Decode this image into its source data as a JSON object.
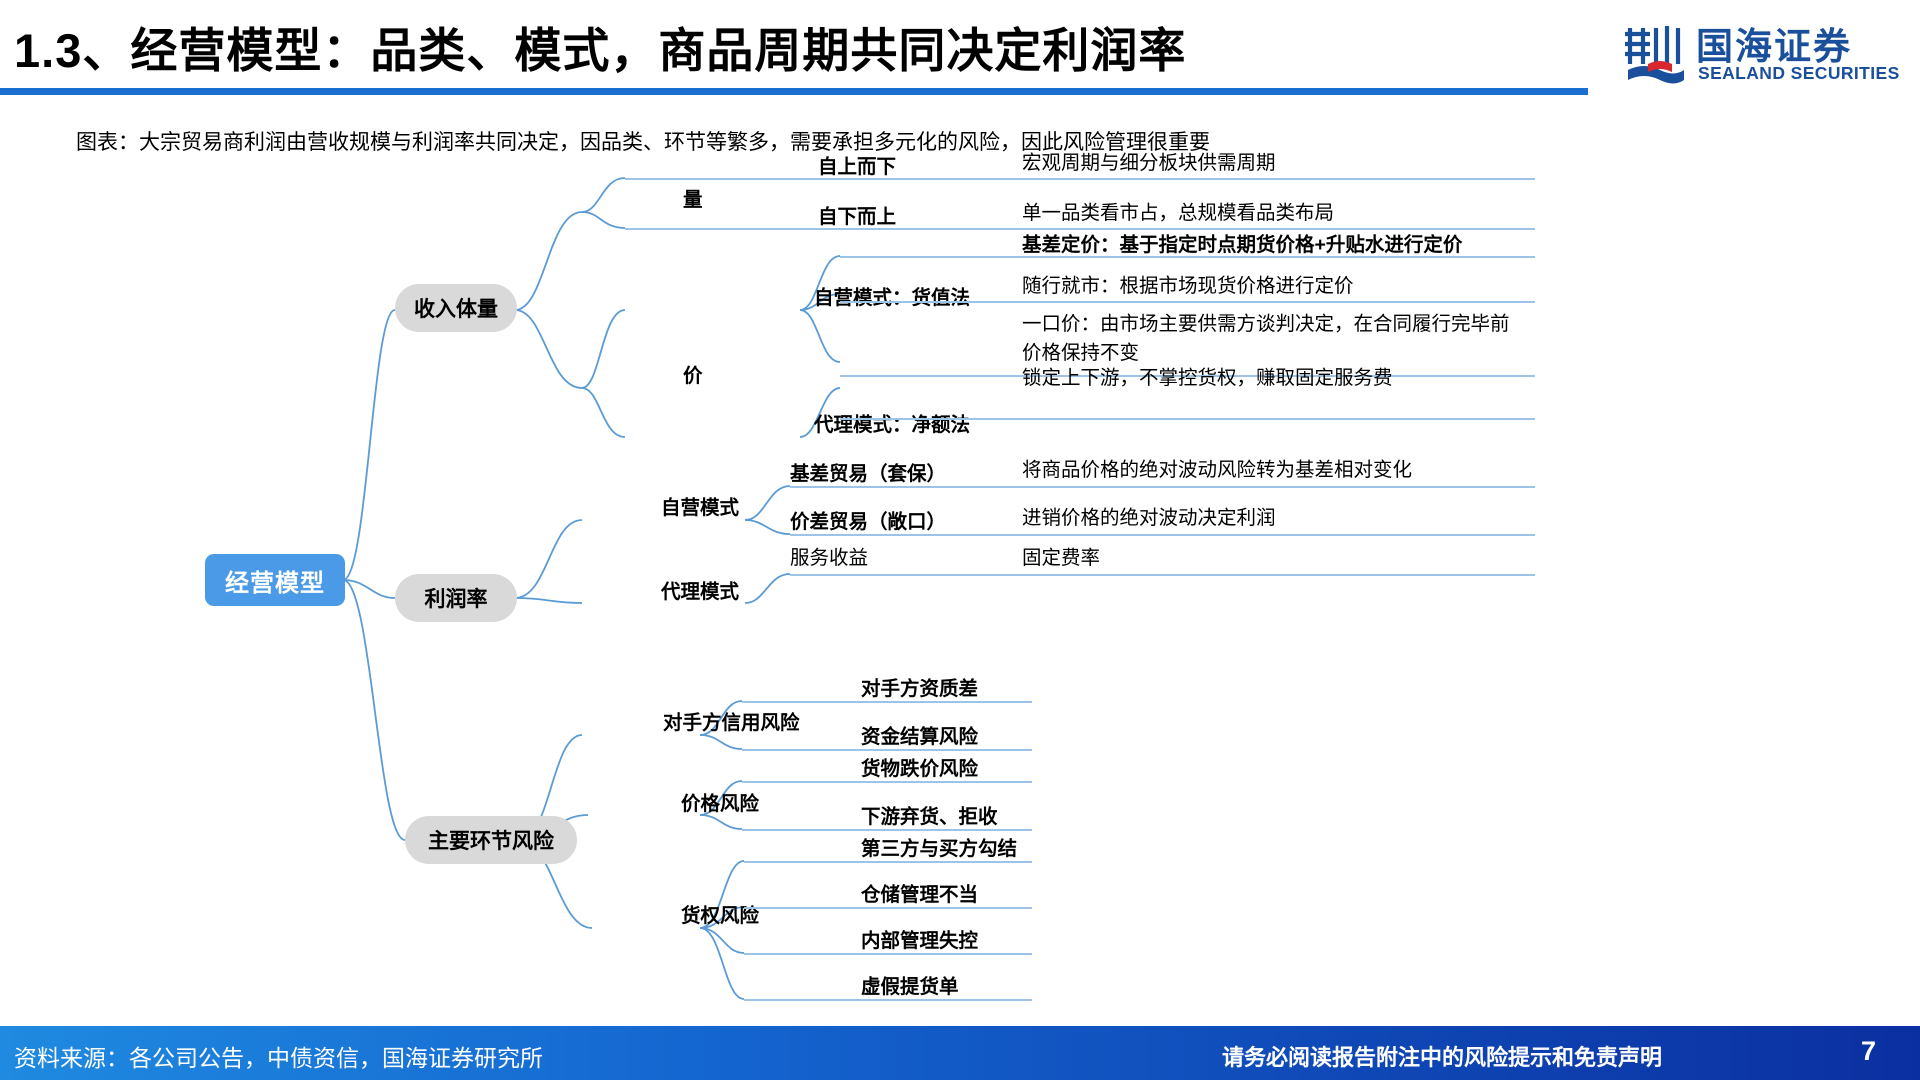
{
  "header": {
    "title": "1.3、经营模型：品类、模式，商品周期共同决定利润率",
    "rule_color": "#1b6fd0",
    "logo_cn": "国海证券",
    "logo_en": "SEALAND SECURITIES",
    "logo_mark_name": "sealand-securities-logo-mark"
  },
  "caption": "图表：大宗贸易商利润由营收规模与利润率共同决定，因品类、环节等繁多，需要承担多元化的风险，因此风险管理很重要",
  "chart_data": {
    "type": "diagram",
    "diagram_kind": "mind-map",
    "root": "经营模型",
    "root_color": "#4a9ae8",
    "branch_color": "#5b9bd5",
    "level1_color": "#d9d9d9",
    "nodes": [
      {
        "label": "收入体量",
        "children": [
          {
            "label": "量",
            "children": [
              {
                "label": "自上而下",
                "detail": "宏观周期与细分板块供需周期"
              },
              {
                "label": "自下而上",
                "detail": "单一品类看市占，总规模看品类布局"
              }
            ]
          },
          {
            "label": "价",
            "children": [
              {
                "label": "自营模式：货值法",
                "details": [
                  "基差定价：基于指定时点期货价格+升贴水进行定价",
                  "随行就市：根据市场现货价格进行定价",
                  "一口价：由市场主要供需方谈判决定，在合同履行完毕前价格保持不变"
                ]
              },
              {
                "label": "代理模式：净额法",
                "detail": "锁定上下游，不掌控货权，赚取固定服务费"
              }
            ]
          }
        ]
      },
      {
        "label": "利润率",
        "children": [
          {
            "label": "自营模式",
            "items": [
              {
                "label": "基差贸易（套保）",
                "detail": "将商品价格的绝对波动风险转为基差相对变化"
              },
              {
                "label": "价差贸易（敞口）",
                "detail": "进销价格的绝对波动决定利润"
              }
            ]
          },
          {
            "label": "代理模式",
            "items": [
              {
                "label": "服务收益",
                "detail": "固定费率"
              }
            ]
          }
        ]
      },
      {
        "label": "主要环节风险",
        "children": [
          {
            "label": "对手方信用风险",
            "items": [
              "对手方资质差",
              "资金结算风险"
            ]
          },
          {
            "label": "价格风险",
            "items": [
              "货物跌价风险",
              "下游弃货、拒收"
            ]
          },
          {
            "label": "货权风险",
            "items": [
              "第三方与买方勾结",
              "仓储管理不当",
              "内部管理失控",
              "虚假提货单"
            ]
          }
        ]
      }
    ]
  },
  "nodes_flat": {
    "root": "经营模型",
    "l1_a": "收入体量",
    "l1_b": "利润率",
    "l1_c": "主要环节风险",
    "l2_liang": "量",
    "l2_jia": "价",
    "l2_ziying": "自营模式：货值法",
    "l2_daili": "代理模式：净额法",
    "l2_zy2": "自营模式",
    "l2_dl2": "代理模式",
    "l2_r1": "对手方信用风险",
    "l2_r2": "价格风险",
    "l2_r3": "货权风险"
  },
  "leaves": {
    "a1": "自上而下",
    "a1d": "宏观周期与细分板块供需周期",
    "a2": "自下而上",
    "a2d": "单一品类看市占，总规模看品类布局",
    "p1": "基差定价：基于指定时点期货价格+升贴水进行定价",
    "p2": "随行就市：根据市场现货价格进行定价",
    "p3a": "一口价：由市场主要供需方谈判决定，在合同履行完毕前",
    "p3b": "价格保持不变",
    "p4": "锁定上下游，不掌控货权，赚取固定服务费",
    "m1": "基差贸易（套保）",
    "m1d": "将商品价格的绝对波动风险转为基差相对变化",
    "m2": "价差贸易（敞口）",
    "m2d": "进销价格的绝对波动决定利润",
    "m3": "服务收益",
    "m3d": "固定费率",
    "r1a": "对手方资质差",
    "r1b": "资金结算风险",
    "r2a": "货物跌价风险",
    "r2b": "下游弃货、拒收",
    "r3a": "第三方与买方勾结",
    "r3b": "仓储管理不当",
    "r3c": "内部管理失控",
    "r3d": "虚假提货单"
  },
  "footer": {
    "source": "资料来源：各公司公告，中债资信，国海证券研究所",
    "disclaimer": "请务必阅读报告附注中的风险提示和免责声明",
    "page": "7",
    "gradient_from": "#1f8ae0",
    "gradient_to": "#0b2fa0"
  }
}
